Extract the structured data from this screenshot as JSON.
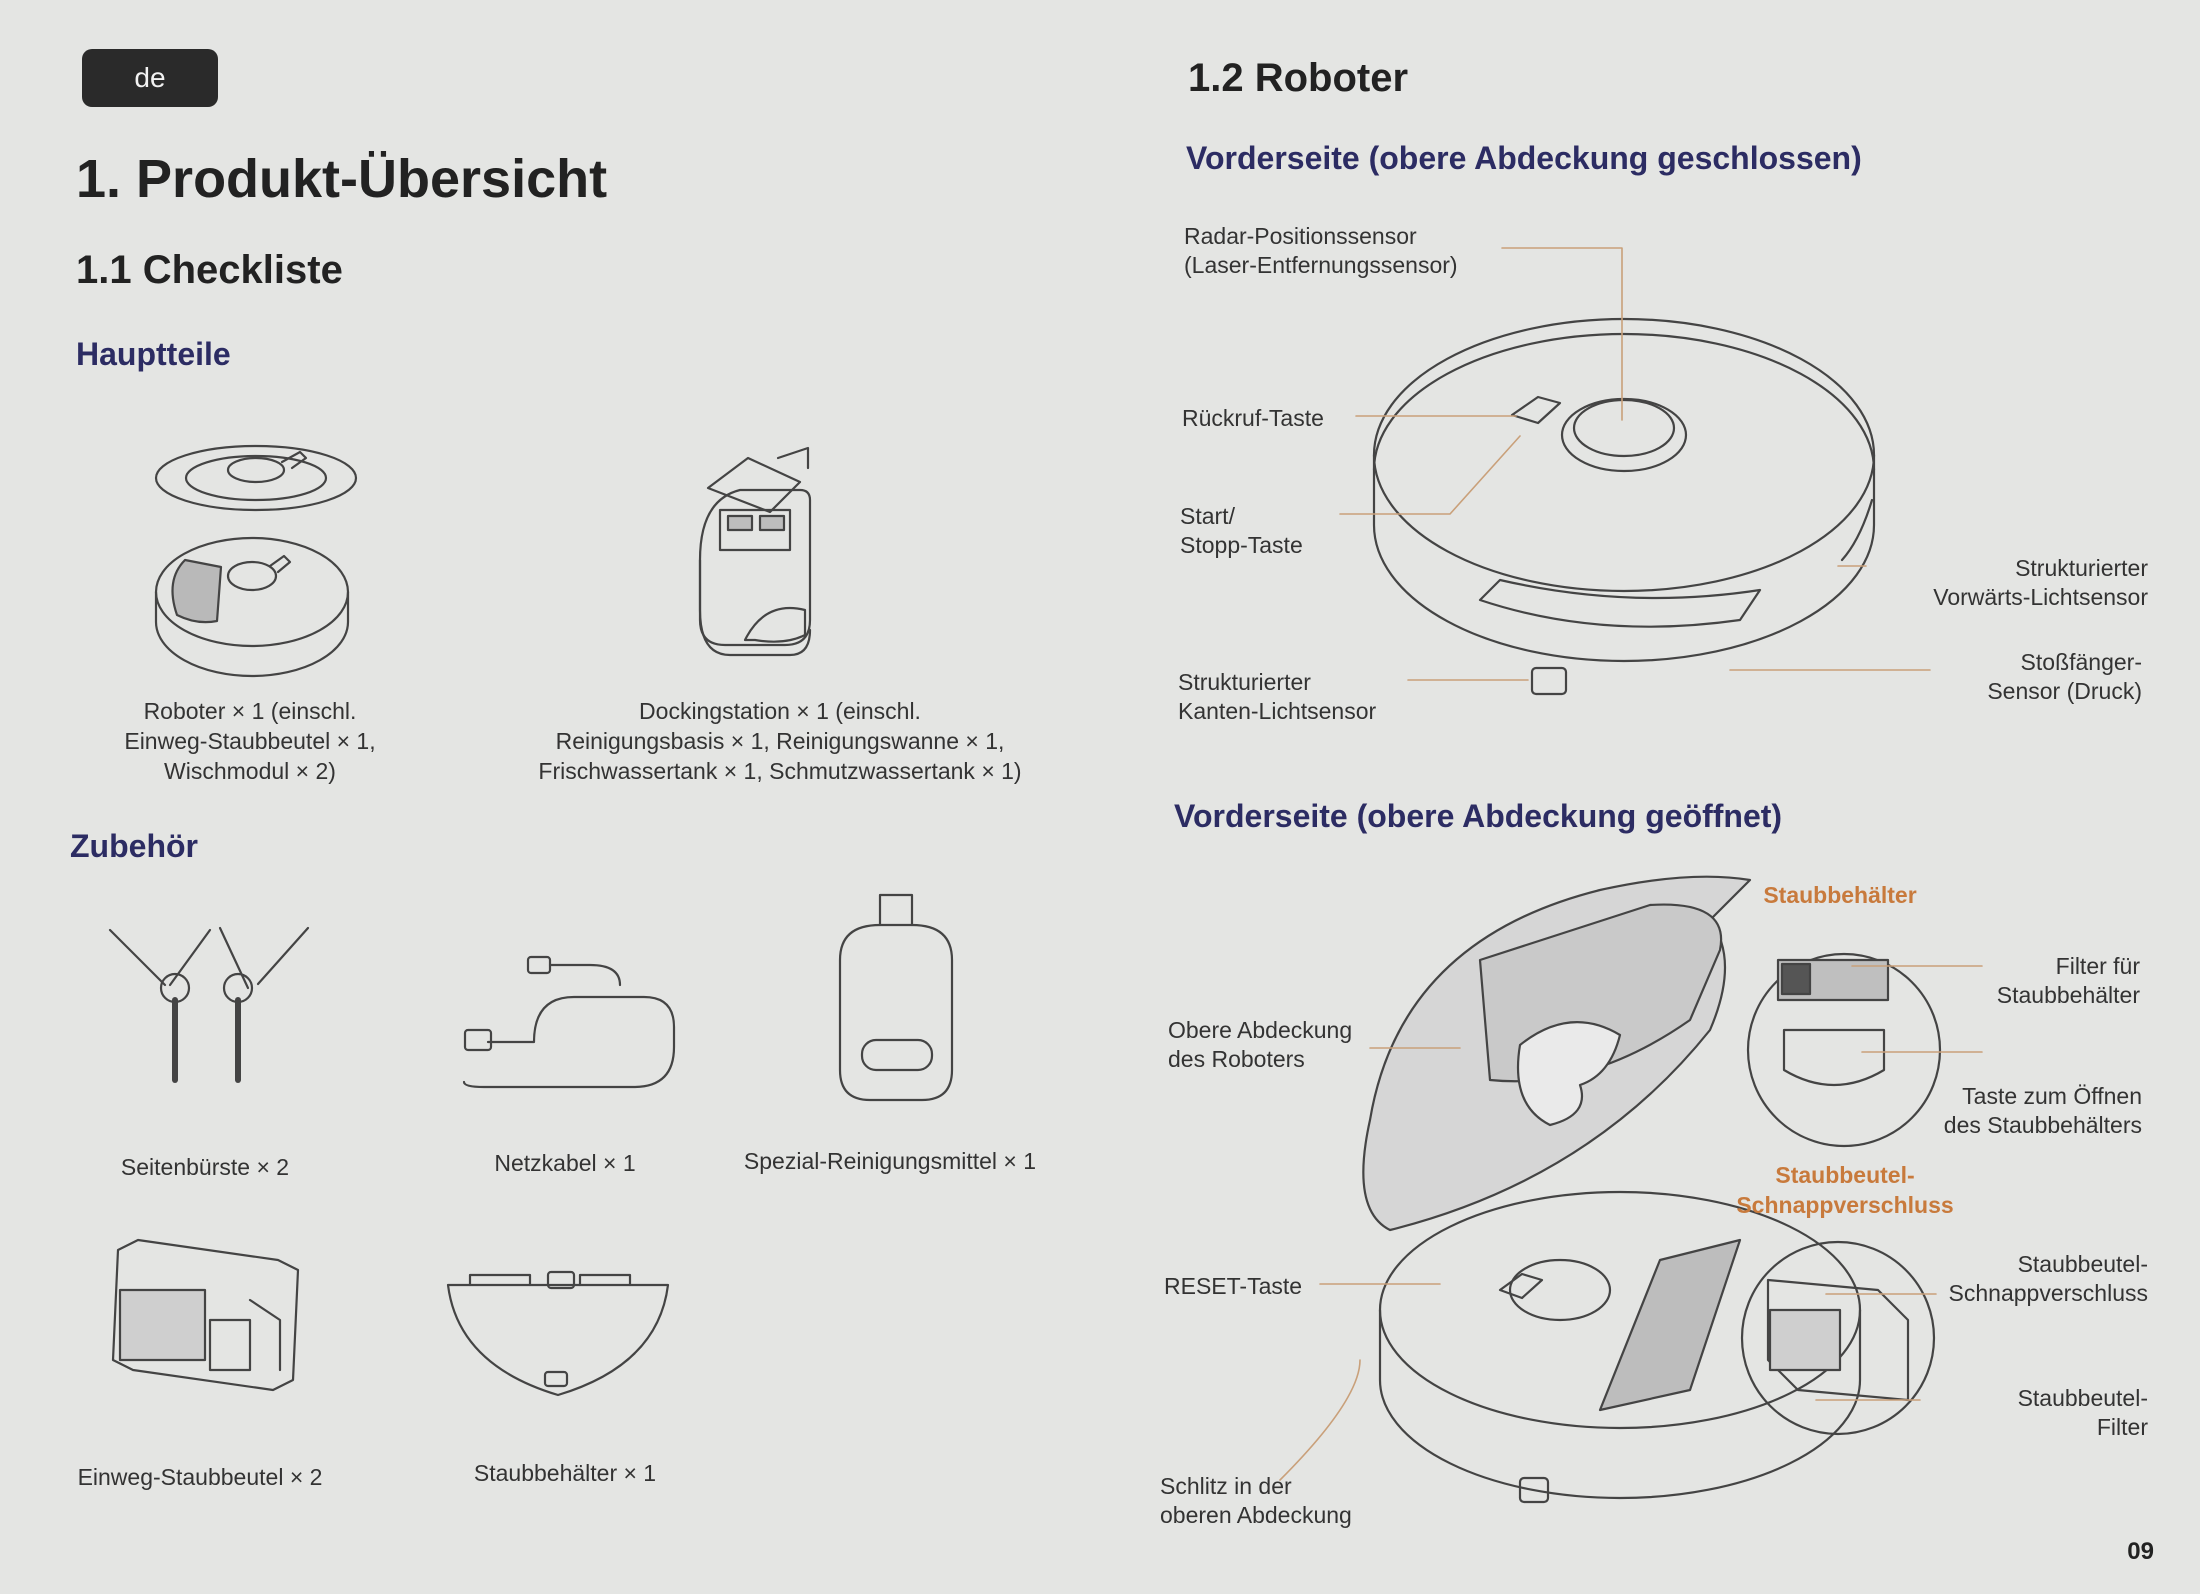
{
  "lang_tab": "de",
  "page_number": "09",
  "section1": {
    "title": "1. Produkt-Übersicht",
    "checklist_title": "1.1 Checkliste",
    "main_parts_title": "Hauptteile",
    "main_parts": [
      {
        "lines": [
          "Roboter × 1 (einschl.",
          "Einweg-Staubbeutel × 1,",
          "Wischmodul × 2)"
        ]
      },
      {
        "lines": [
          "Dockingstation × 1 (einschl.",
          "Reinigungsbasis × 1, Reinigungswanne × 1,",
          "Frischwassertank × 1, Schmutzwassertank × 1)"
        ]
      }
    ],
    "accessories_title": "Zubehör",
    "accessories": [
      {
        "label": "Seitenbürste × 2"
      },
      {
        "label": "Netzkabel × 1"
      },
      {
        "label": "Spezial-Reinigungsmittel × 1"
      },
      {
        "label": "Einweg-Staubbeutel × 2"
      },
      {
        "label": "Staubbehälter × 1"
      }
    ]
  },
  "section2": {
    "title": "1.2 Roboter",
    "closed_title": "Vorderseite (obere Abdeckung geschlossen)",
    "closed_labels": {
      "radar": [
        "Radar-Positionssensor",
        "(Laser-Entfernungssensor)"
      ],
      "return": [
        "Rückruf-Taste"
      ],
      "startstop": [
        "Start/",
        "Stopp-Taste"
      ],
      "edge": [
        "Strukturierter",
        "Kanten-Lichtsensor"
      ],
      "forward": [
        "Strukturierter",
        "Vorwärts-Lichtsensor"
      ],
      "bumper": [
        "Stoßfänger-",
        "Sensor (Druck)"
      ]
    },
    "open_title": "Vorderseite (obere Abdeckung geöffnet)",
    "open_labels": {
      "dustbin": [
        "Staubbehälter"
      ],
      "top_cover": [
        "Obere Abdeckung",
        "des Roboters"
      ],
      "filter": [
        "Filter für",
        "Staubbehälter"
      ],
      "open_button": [
        "Taste zum Öffnen",
        "des Staubbehälters"
      ],
      "snap_orange": [
        "Staubbeutel-",
        "Schnappverschluss"
      ],
      "reset": [
        "RESET-Taste"
      ],
      "snap": [
        "Staubbeutel-",
        "Schnappverschluss"
      ],
      "bag_filter": [
        "Staubbeutel-",
        "Filter"
      ],
      "slot": [
        "Schlitz in der",
        "oberen Abdeckung"
      ]
    }
  }
}
